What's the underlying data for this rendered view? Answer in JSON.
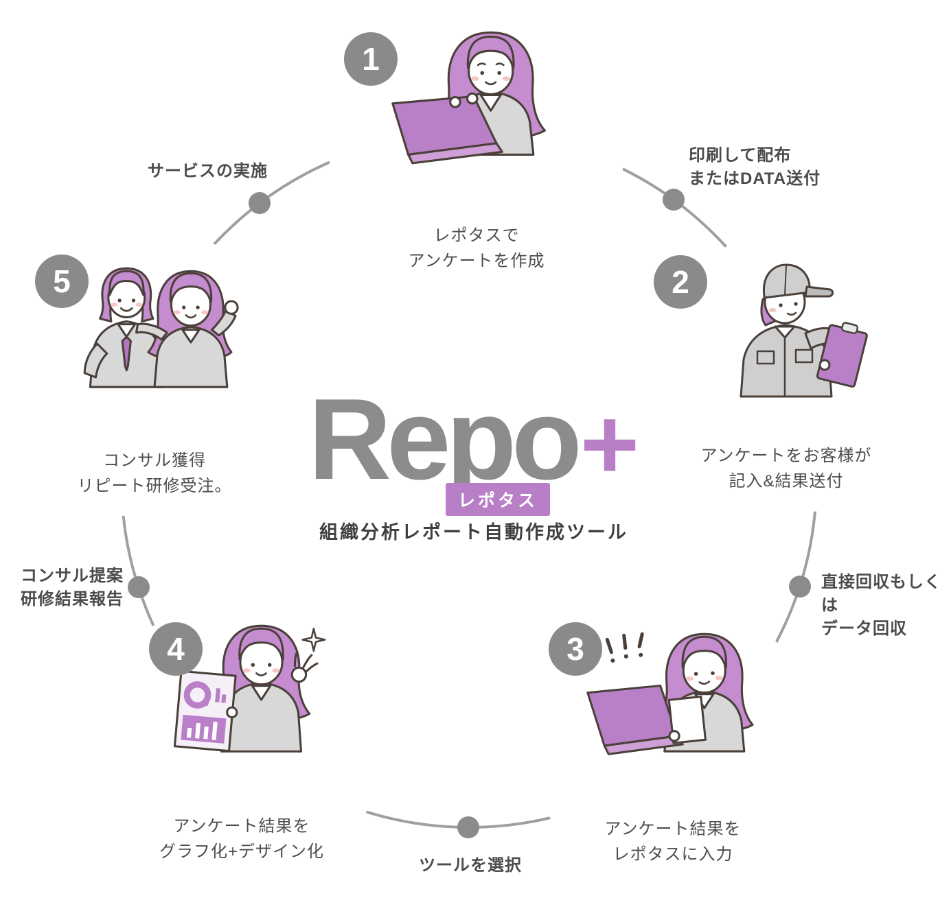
{
  "center": {
    "logo_word": "Repo",
    "logo_plus": "+",
    "logo_tag": "レポタス",
    "tagline": "組織分析レポート自動作成ツール"
  },
  "steps": [
    {
      "number": "1",
      "caption": [
        "レポタスで",
        "アンケートを作成"
      ],
      "illustration": "woman-creating-survey-on-laptop"
    },
    {
      "number": "2",
      "caption": [
        "アンケートをお客様が",
        "記入&結果送付"
      ],
      "illustration": "worker-filling-survey-clipboard"
    },
    {
      "number": "3",
      "caption": [
        "アンケート結果を",
        "レポタスに入力"
      ],
      "illustration": "woman-entering-results-on-laptop"
    },
    {
      "number": "4",
      "caption": [
        "アンケート結果を",
        "グラフ化+デザイン化"
      ],
      "illustration": "woman-holding-graph-report"
    },
    {
      "number": "5",
      "caption": [
        "コンサル獲得",
        "リピート研修受注。"
      ],
      "illustration": "two-colleagues-celebrating"
    }
  ],
  "connectors": [
    {
      "name": "service-execution",
      "lines": [
        "サービスの実施"
      ]
    },
    {
      "name": "print-or-send-data",
      "lines": [
        "印刷して配布",
        "またはDATA送付"
      ]
    },
    {
      "name": "direct-or-data-collection",
      "lines": [
        "直接回収もしくは",
        "データ回収"
      ]
    },
    {
      "name": "select-tool",
      "lines": [
        "ツールを選択"
      ]
    },
    {
      "name": "consulting-proposal-report",
      "lines": [
        "コンサル提案",
        "研修結果報告"
      ]
    }
  ],
  "colors": {
    "accent_purple": "#b87fc6",
    "illustration_purple": "#c58ccf",
    "logo_gray": "#8c8c8c",
    "ring_gray": "#9f9f9f",
    "text_dark": "#4b4b4b"
  }
}
